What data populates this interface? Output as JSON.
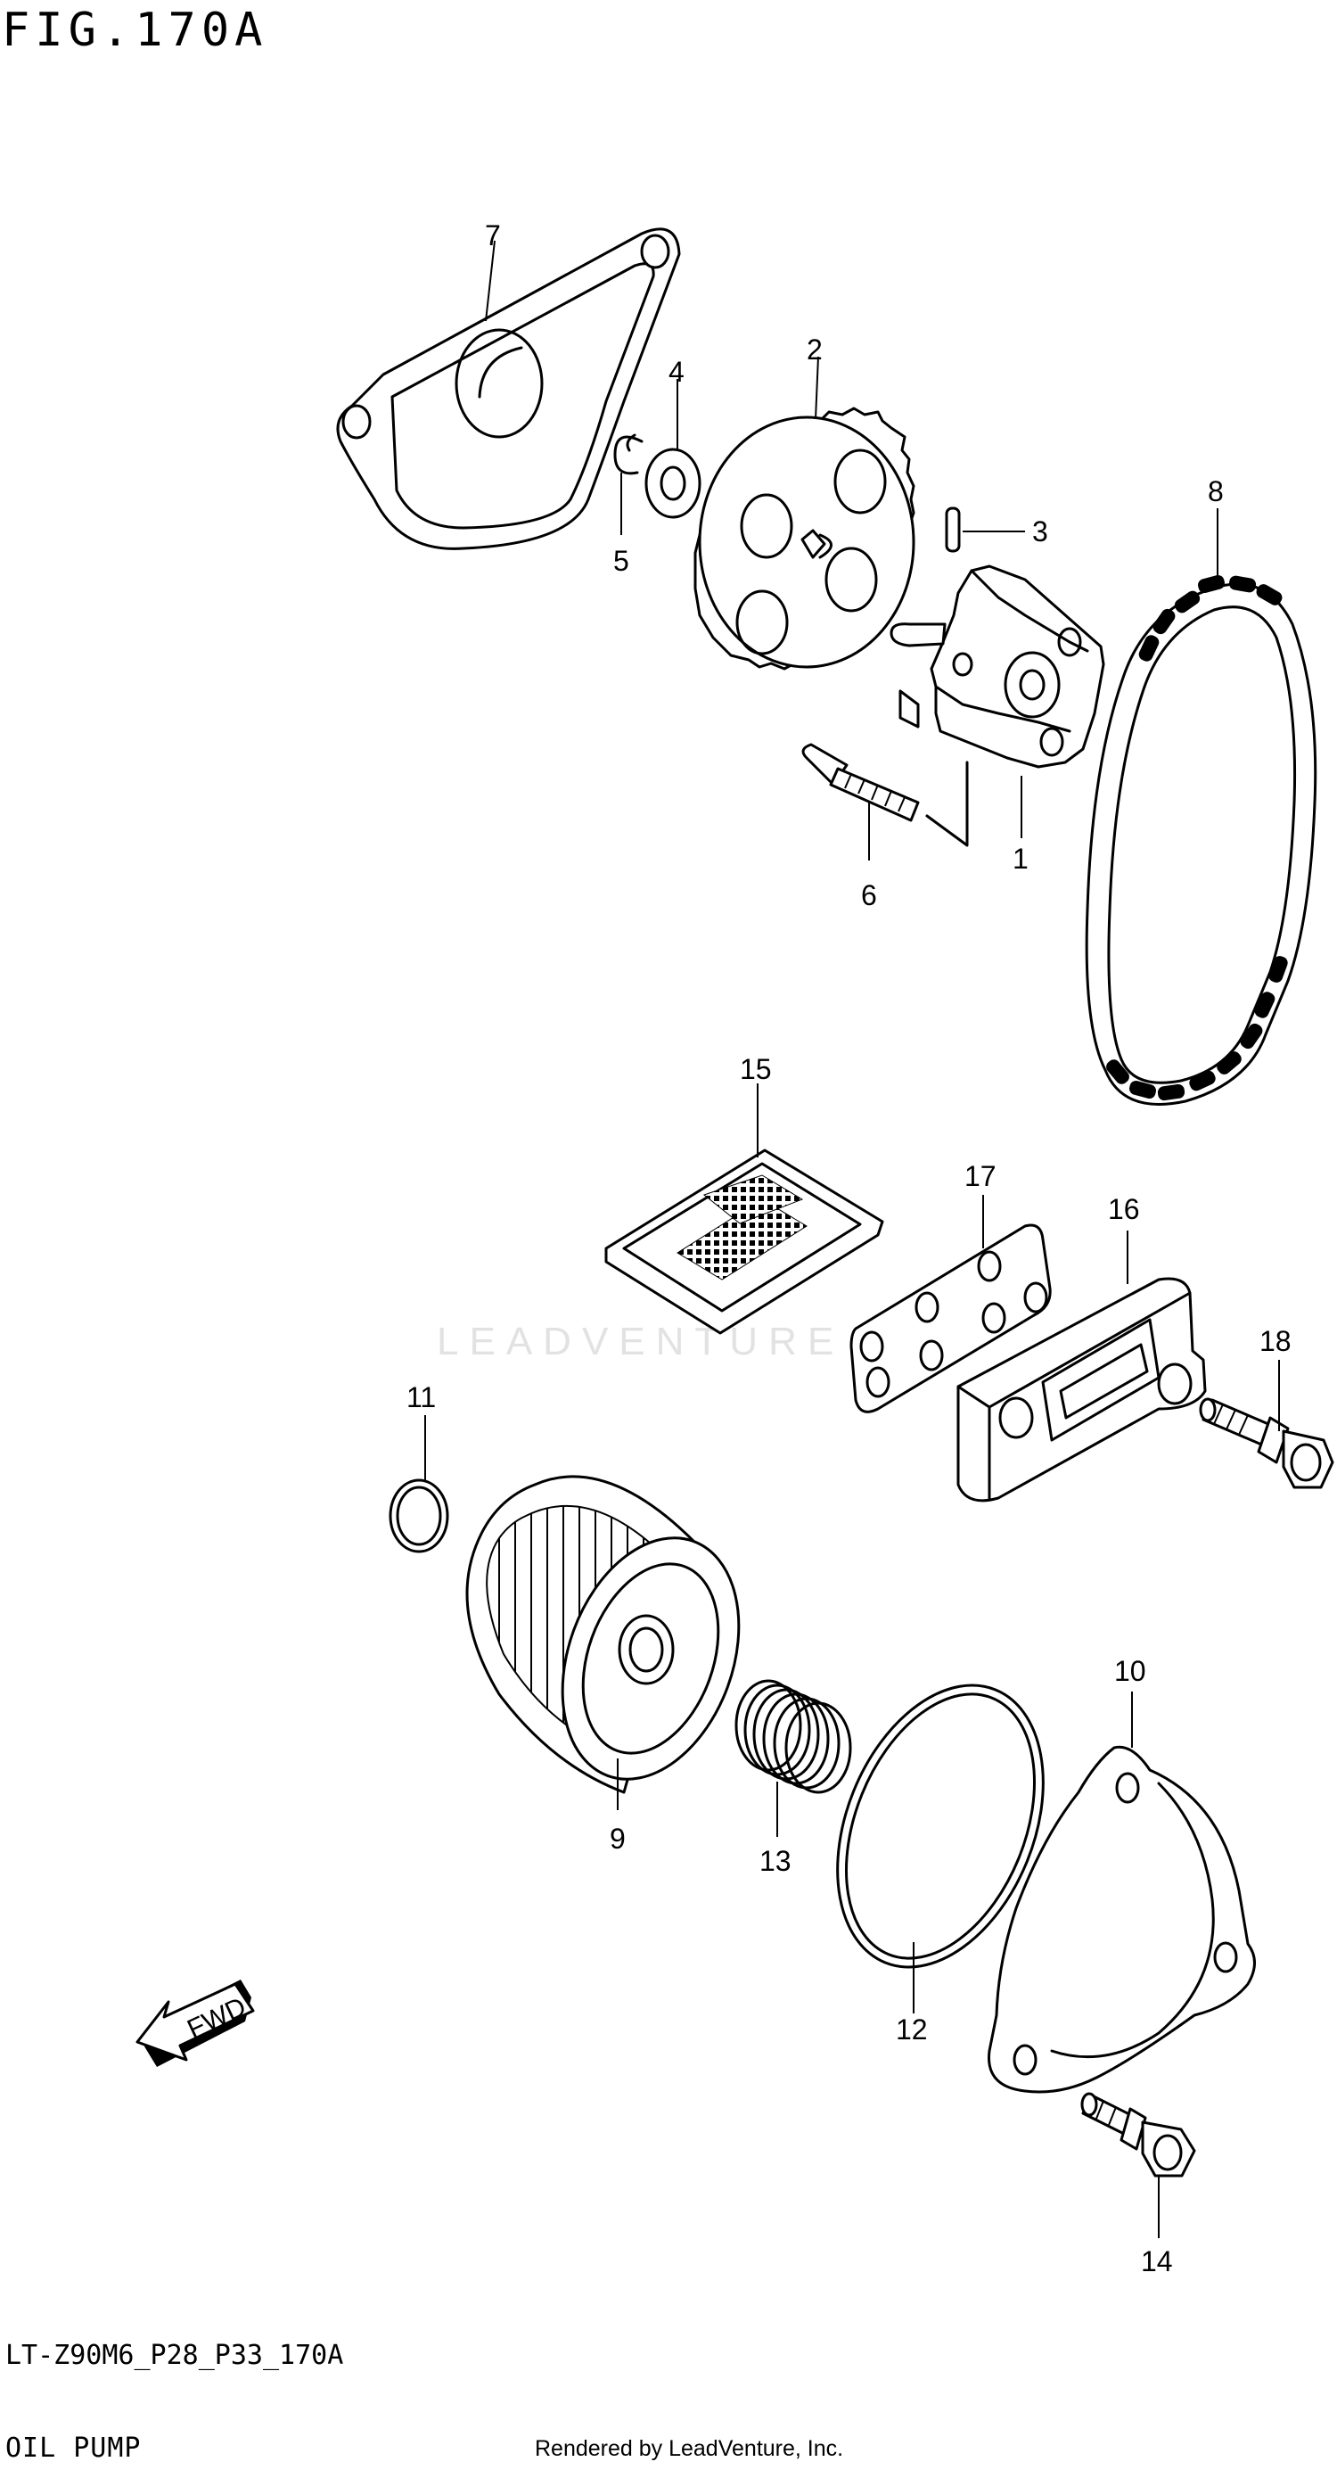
{
  "figure": {
    "title": "FIG.170A",
    "code": "LT-Z90M6_P28_P33_170A",
    "subtitle": "OIL PUMP",
    "credit": "Rendered by LeadVenture, Inc.",
    "watermark": "LEADVENTURE",
    "fwd_label": "FWD"
  },
  "callouts": [
    "1",
    "2",
    "3",
    "4",
    "5",
    "6",
    "7",
    "8",
    "9",
    "10",
    "11",
    "12",
    "13",
    "14",
    "15",
    "16",
    "17",
    "18"
  ]
}
